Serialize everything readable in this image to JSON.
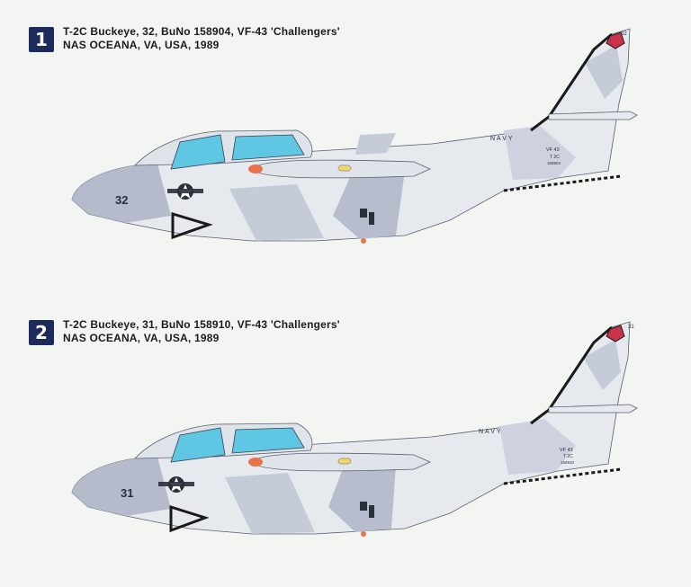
{
  "profiles": [
    {
      "number": "1",
      "title": "T-2C Buckeye, 32, BuNo 158904, VF-43 'Challengers'",
      "location": "NAS OCEANA, VA, USA, 1989",
      "nose_modex": "32",
      "tail_modex": "32",
      "navy_text": "NAVY",
      "squadron_text": "VF 43",
      "type_text": "T 2C",
      "buno_text": "158904"
    },
    {
      "number": "2",
      "title": "T-2C Buckeye, 31, BuNo 158910, VF-43 'Challengers'",
      "location": "NAS OCEANA, VA, USA, 1989",
      "nose_modex": "31",
      "tail_modex": "31",
      "navy_text": "NAVY",
      "squadron_text": "VF 43",
      "type_text": "T 2C",
      "buno_text": "158910"
    }
  ],
  "colors": {
    "badge": "#1d2a5c",
    "camo_light": "#e8ecf0",
    "camo_mid": "#c3c8d6",
    "camo_dark": "#a9afc3",
    "canopy": "#5fc6e4",
    "nose_cone": "#e8734a"
  }
}
